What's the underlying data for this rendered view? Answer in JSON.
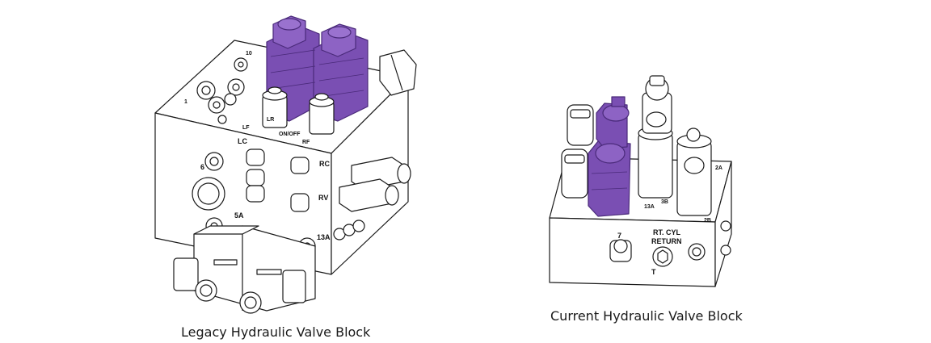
{
  "colors": {
    "accent": "#7a4fb3",
    "accent_dark": "#4a2a7a",
    "line": "#1a1a1a",
    "fill": "#ffffff"
  },
  "figures": {
    "legacy": {
      "caption": "Legacy Hydraulic Valve Block",
      "labels": {
        "lc": "LC",
        "rc": "RC",
        "rv": "RV",
        "p6": "6",
        "p5a": "5A",
        "p13a": "13A",
        "p1": "1",
        "p10": "10",
        "lf": "LF",
        "onoff": "ON/OFF",
        "rf": "RF",
        "lr": "LR"
      }
    },
    "current": {
      "caption": "Current Hydraulic Valve Block",
      "labels": {
        "p7": "7",
        "rt_cyl": "RT. CYL",
        "return": "RETURN",
        "t": "T",
        "p13a": "13A",
        "p3b": "3B",
        "p2a": "2A",
        "p2b": "2B"
      }
    }
  }
}
